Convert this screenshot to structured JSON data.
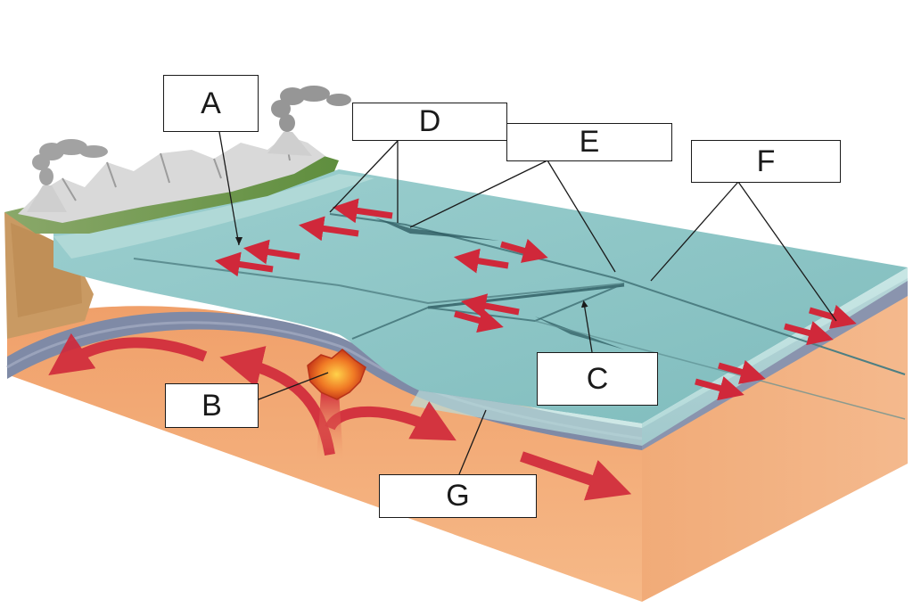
{
  "labels": {
    "a": "A",
    "b": "B",
    "c": "C",
    "d": "D",
    "e": "E",
    "f": "F",
    "g": "G"
  },
  "colors": {
    "ocean": "#8fc5c5",
    "ocean_dark": "#6faeb0",
    "crust": "#7f8aa6",
    "mantle": "#f2a46a",
    "arrow": "#d0283a",
    "magma": "#e8461e",
    "land": "#6f9a4a"
  },
  "icons": {
    "volcano": "volcano-icon",
    "smoke": "smoke-plume-icon",
    "motion_arrow": "plate-motion-arrow-icon"
  }
}
